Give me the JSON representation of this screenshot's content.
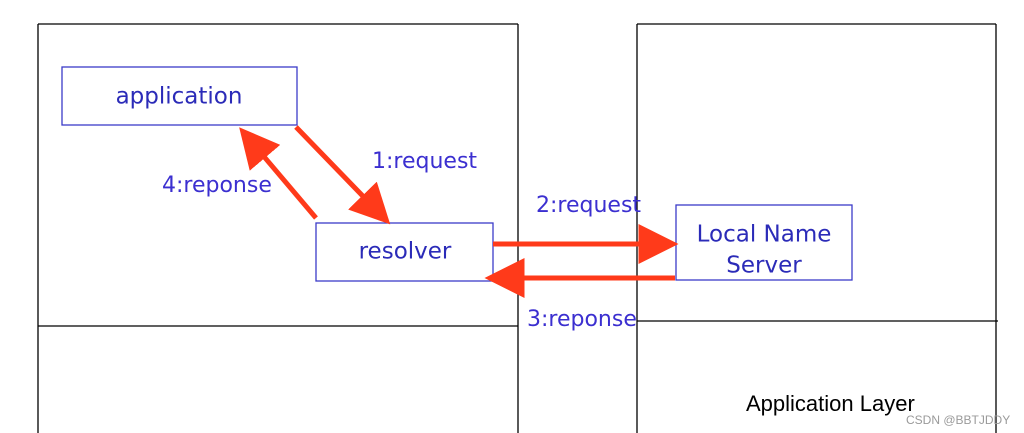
{
  "nodes": {
    "application": "application",
    "resolver": "resolver",
    "server_line1": "Local Name",
    "server_line2": "Server"
  },
  "edges": {
    "step1": "1:request",
    "step2": "2:request",
    "step3": "3:reponse",
    "step4": "4:reponse"
  },
  "layer_caption": "Application Layer",
  "watermark": "CSDN @BBTJDDY",
  "colors": {
    "arrow": "#ff3a1a",
    "label_text": "#3b2fd0",
    "box_border": "#3b3bc8",
    "outline": "#000000"
  }
}
